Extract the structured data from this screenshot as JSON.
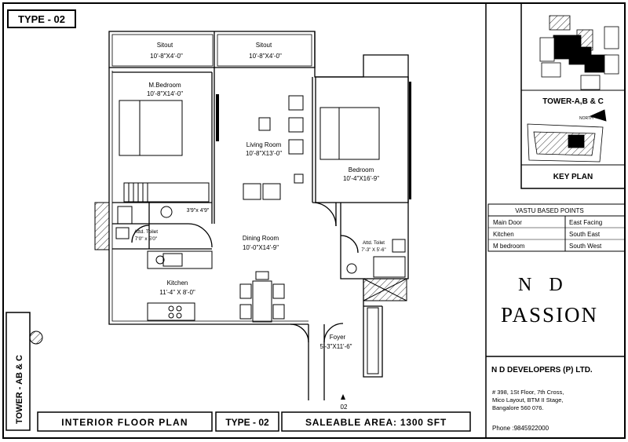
{
  "header": {
    "type_box": "TYPE - 02"
  },
  "rooms": {
    "sitout_left": {
      "name": "Sitout",
      "size": "10'-8\"X4'-0\""
    },
    "sitout_right": {
      "name": "Sitout",
      "size": "10'-8\"X4'-0\""
    },
    "master_bedroom": {
      "name": "M.Bedroom",
      "size": "10'-8\"X14'-0\""
    },
    "living_room": {
      "name": "Living Room",
      "size": "10'-8\"X13'-0\""
    },
    "bedroom": {
      "name": "Bedroom",
      "size": "10'-4\"X16'-9\""
    },
    "closet": {
      "size": "3'9\"x 4'9\""
    },
    "attached_toilet_left": {
      "name": "Attd. Toilet",
      "size": "7'0\" x 5'0\""
    },
    "attached_toilet_right": {
      "name": "Attd. Toilet",
      "size": "7'-3\" X 5'-6\""
    },
    "dining_room": {
      "name": "Dining Room",
      "size": "10'-0\"X14'-9\""
    },
    "kitchen": {
      "name": "Kitchen",
      "size": "11'-4\" X 8'-0\""
    },
    "foyer": {
      "name": "Foyer",
      "size": "5'-3\"X11'-6\""
    }
  },
  "entrance_label": "02",
  "side_label": "TOWER - AB & C",
  "key_plan": {
    "tower_label": "TOWER-A,B & C",
    "north_label": "NORTH",
    "title": "KEY PLAN"
  },
  "vastu": {
    "title": "VASTU BASED POINTS",
    "rows": [
      {
        "item": "Main Door",
        "value": "East Facing"
      },
      {
        "item": "Kitchen",
        "value": "South East"
      },
      {
        "item": "M bedroom",
        "value": "South West"
      }
    ]
  },
  "brand": {
    "line1": "N D",
    "line2": "PASSION"
  },
  "developer": {
    "name": "N D DEVELOPERS (P) LTD.",
    "address": [
      "# 398, 1St Floor, 7th Cross,",
      "Mico Layout, BTM II Stage,",
      "Bangalore 560 076."
    ],
    "phone": "Phone :9845922000"
  },
  "footer": {
    "plan_title": "INTERIOR FLOOR PLAN",
    "type": "TYPE - 02",
    "area": "SALEABLE AREA: 1300  SFT"
  },
  "colors": {
    "ink": "#000000",
    "paper": "#ffffff",
    "hatch": "#333333"
  }
}
